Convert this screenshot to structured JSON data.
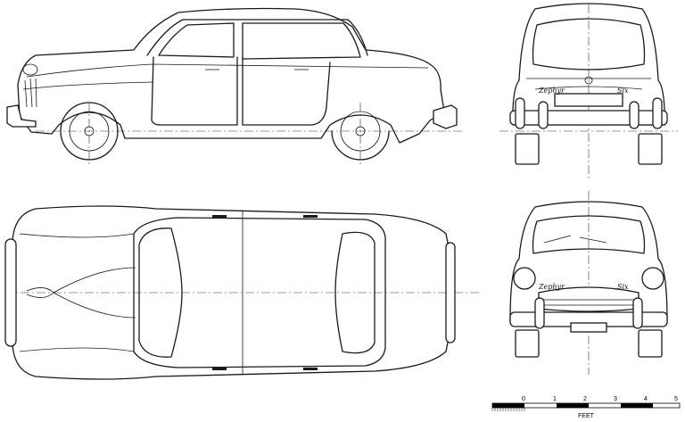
{
  "scale_bar": {
    "numbers": [
      "0",
      "1",
      "2",
      "3",
      "4",
      "5"
    ],
    "unit": "FEET"
  },
  "badges": {
    "script_left": "Zephyr",
    "script_right": "Six"
  }
}
